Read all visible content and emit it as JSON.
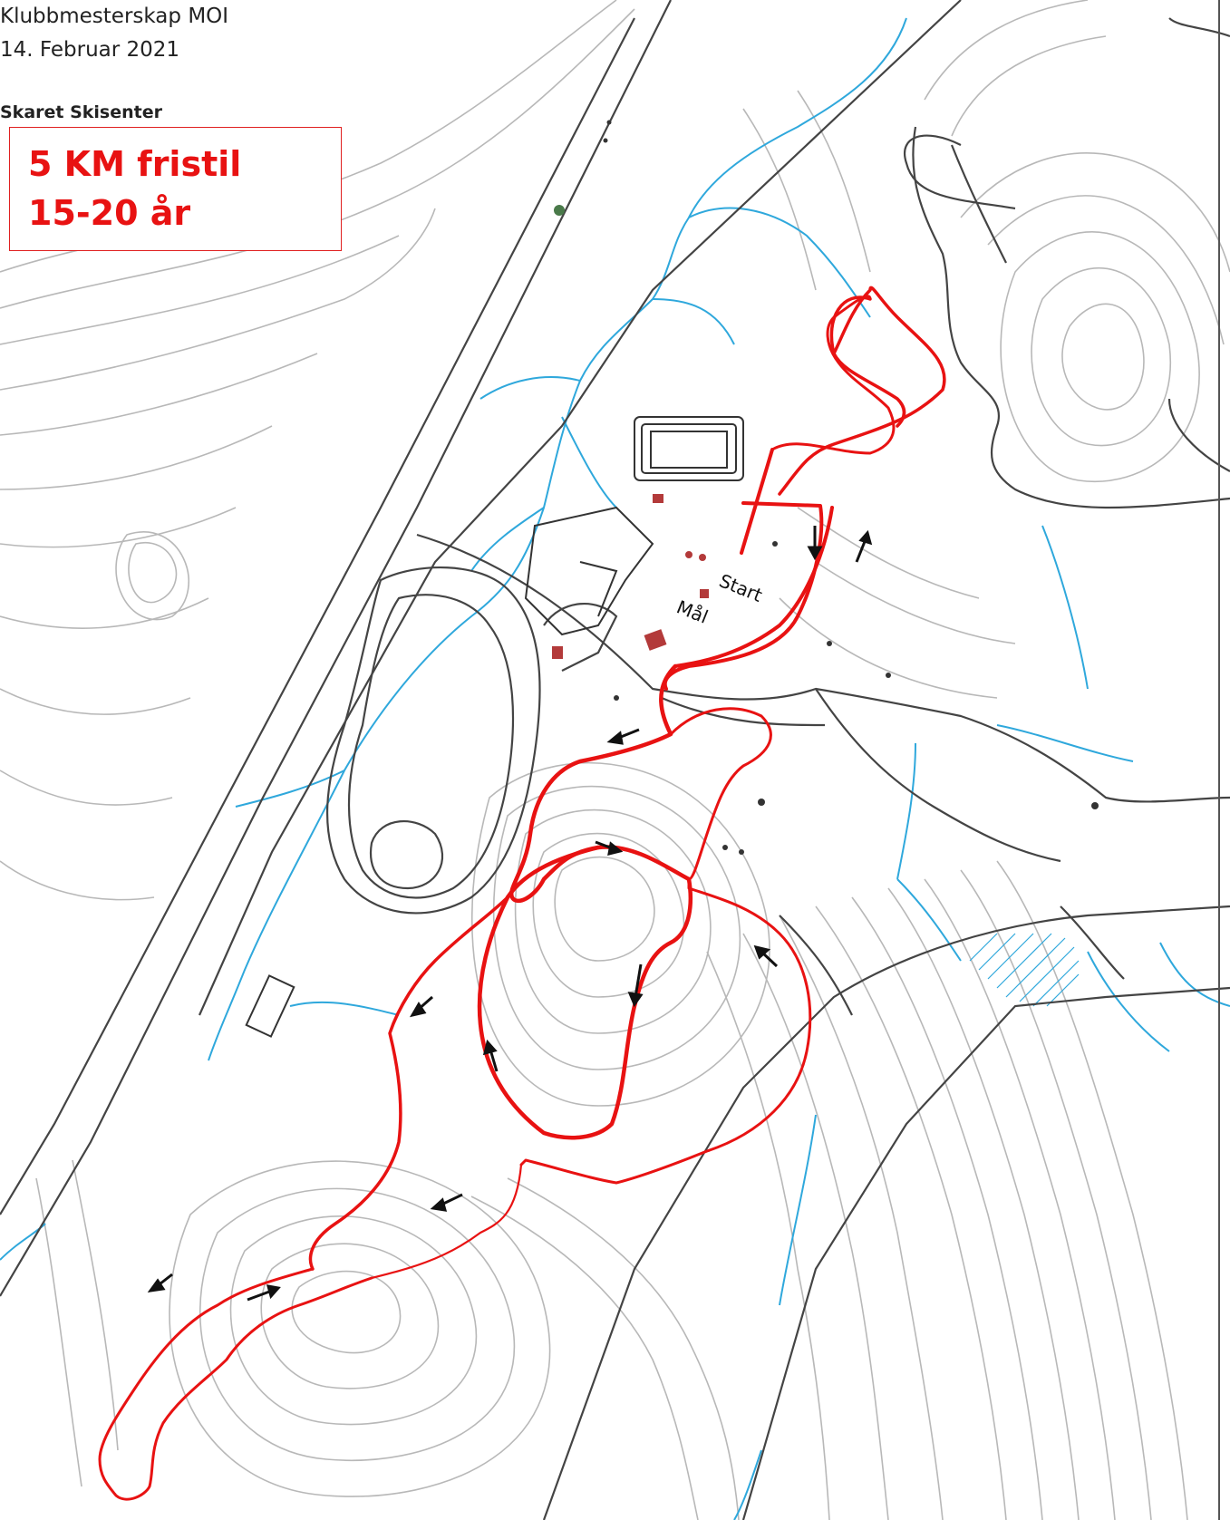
{
  "header": {
    "title": "Klubbmesterskap MOI",
    "date": "14. Februar 2021",
    "venue": "Skaret Skisenter"
  },
  "race": {
    "distance": "5 KM fristil",
    "class": "15-20 år"
  },
  "map_labels": {
    "start": "Start",
    "finish": "Mål"
  },
  "colors": {
    "course": "#e81212",
    "water": "#2fa8dc",
    "road": "#444444",
    "contour": "#b8b8b8",
    "building": "#b33a3a"
  },
  "icons": [
    "direction-arrow-icon",
    "building-icon"
  ]
}
